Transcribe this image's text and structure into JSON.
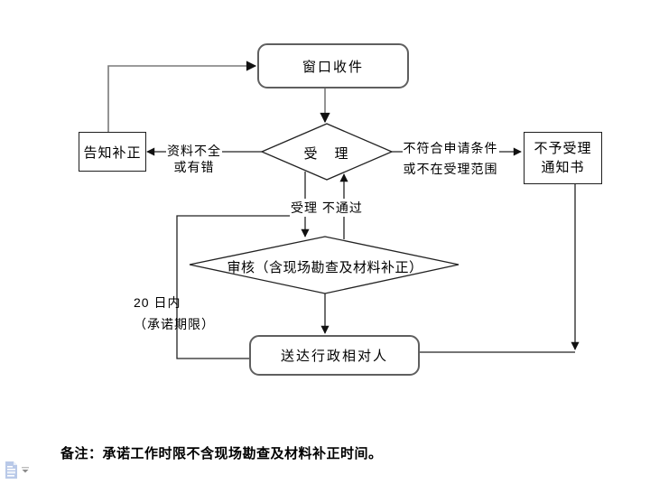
{
  "flowchart": {
    "nodes": {
      "window": {
        "label": "窗口收件"
      },
      "accept": {
        "label": "受　理"
      },
      "notify": {
        "label": "告知补正"
      },
      "reject": {
        "label": "不予受理\n通知书"
      },
      "review": {
        "label": "审核（含现场勘查及材料补正）"
      },
      "deliver": {
        "label": "送达行政相对人"
      }
    },
    "labels": {
      "incomplete_line1": "资料不全",
      "incomplete_line2": "或有错",
      "notmeet_line1": "不符合申请条件",
      "notmeet_line2": "或不在受理范围",
      "accept_notpass": "受理 不通过",
      "days_line1": "20 日内",
      "days_line2": "（承诺期限）"
    }
  },
  "note": {
    "text": "备注：承诺工作时限不含现场勘查及材料补正时间。"
  },
  "icons": {
    "paste_options": "paste-options-icon",
    "dropdown": "chevron-down-icon"
  },
  "colors": {
    "shape_stroke": "#222222",
    "connector_dark": "#222222",
    "connector_gray": "#7a7a7a",
    "arrowhead": "#111111",
    "icon_blue": "#b9c9e8",
    "icon_blue_light": "#e8eef8",
    "icon_gray": "#8c8c8c"
  }
}
